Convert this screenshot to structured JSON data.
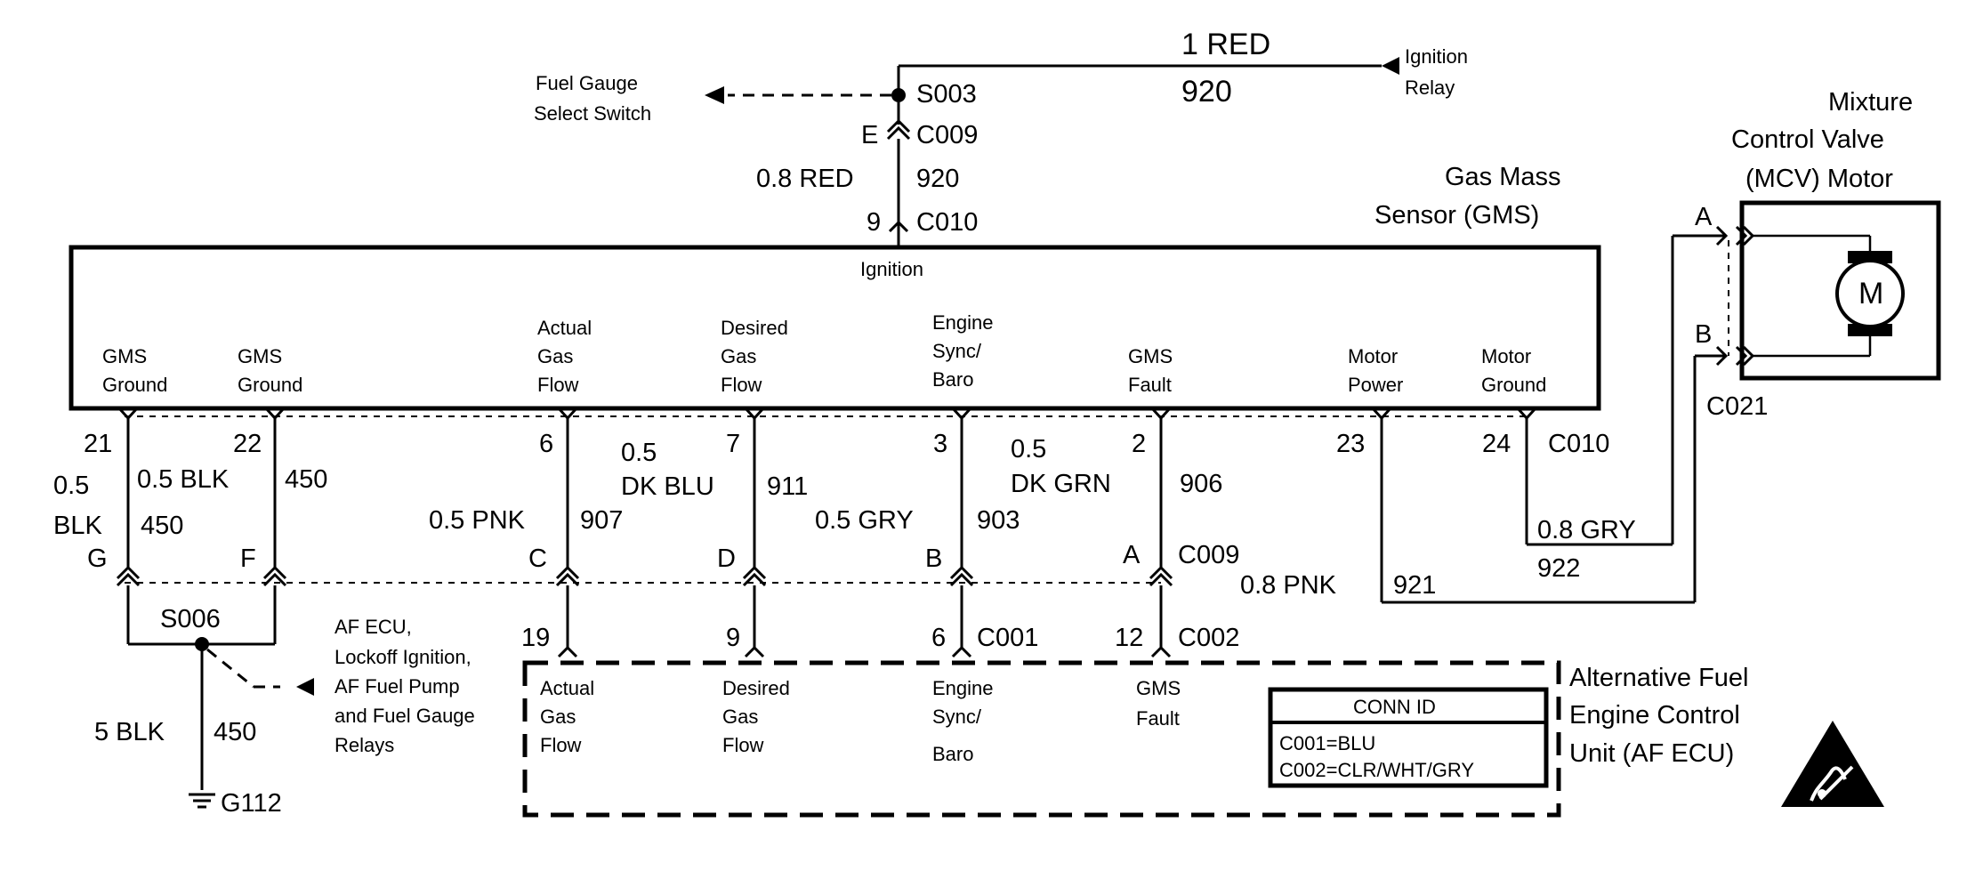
{
  "top": {
    "wire_color": "1 RED",
    "circuit": "920",
    "splice": "S003",
    "source_line1": "Ignition",
    "source_line2": "Relay",
    "fuel_gauge_line1": "Fuel Gauge",
    "fuel_gauge_line2": "Select Switch",
    "pin_e": "E",
    "conn_c009": "C009",
    "wire2_color": "0.8 RED",
    "wire2_circuit": "920",
    "pin_9": "9",
    "conn_c010": "C010"
  },
  "gms": {
    "title_line1": "Gas Mass",
    "title_line2": "Sensor (GMS)",
    "ignition": "Ignition",
    "terminals": [
      {
        "lines": [
          "GMS",
          "Ground"
        ]
      },
      {
        "lines": [
          "GMS",
          "Ground"
        ]
      },
      {
        "lines": [
          "Actual",
          "Gas",
          "Flow"
        ]
      },
      {
        "lines": [
          "Desired",
          "Gas",
          "Flow"
        ]
      },
      {
        "lines": [
          "Engine",
          "Sync/",
          "Baro"
        ]
      },
      {
        "lines": [
          "GMS",
          "Fault"
        ]
      },
      {
        "lines": [
          "Motor",
          "Power"
        ]
      },
      {
        "lines": [
          "Motor",
          "Ground"
        ]
      }
    ],
    "conn_c010": "C010"
  },
  "wires": {
    "p21": "21",
    "p22": "22",
    "p6": "6",
    "p7": "7",
    "p3": "3",
    "p2": "2",
    "p23": "23",
    "p24": "24",
    "w21_size": "0.5",
    "w21_color": "BLK",
    "w21_circuit": "450",
    "w22_color": "0.5 BLK",
    "w22_circuit": "450",
    "w6_color": "0.5 PNK",
    "w6_circuit": "907",
    "w7_size": "0.5",
    "w7_color": "DK BLU",
    "w7_circuit": "911",
    "w3_color": "0.5 GRY",
    "w3_circuit": "903",
    "w2_size": "0.5",
    "w2_color": "DK GRN",
    "w2_circuit": "906",
    "w23_color": "0.8 PNK",
    "w23_circuit": "921",
    "w24_color": "0.8 GRY",
    "w24_circuit": "922",
    "pin_g": "G",
    "pin_f": "F",
    "pin_c": "C",
    "pin_d": "D",
    "pin_b": "B",
    "pin_a": "A",
    "conn_c009": "C009",
    "splice_s006": "S006",
    "ground_wire": "5 BLK",
    "ground_circuit": "450",
    "ground": "G112",
    "af_note": [
      "AF ECU,",
      "Lockoff Ignition,",
      "AF Fuel Pump",
      "and Fuel Gauge",
      "Relays"
    ]
  },
  "ecu": {
    "p19": "19",
    "p9": "9",
    "p6": "6",
    "p12": "12",
    "conn_c001": "C001",
    "conn_c002": "C002",
    "terminals": [
      {
        "lines": [
          "Actual",
          "Gas",
          "Flow"
        ]
      },
      {
        "lines": [
          "Desired",
          "Gas",
          "Flow"
        ]
      },
      {
        "lines": [
          "Engine",
          "Sync/",
          "Baro"
        ]
      },
      {
        "lines": [
          "GMS",
          "Fault"
        ]
      }
    ],
    "conn_id_title": "CONN ID",
    "conn_id_1": "C001=BLU",
    "conn_id_2": "C002=CLR/WHT/GRY",
    "title": [
      "Alternative Fuel",
      "Engine Control",
      "Unit (AF ECU)"
    ]
  },
  "mcv": {
    "title": [
      "Mixture",
      "Control Valve",
      "(MCV) Motor"
    ],
    "motor_symbol": "M",
    "pin_a": "A",
    "pin_b": "B",
    "conn": "C021"
  },
  "icons": {
    "esd": "esd-warning-icon",
    "ground": "ground-symbol-icon",
    "arrow": "arrowhead-icon"
  }
}
